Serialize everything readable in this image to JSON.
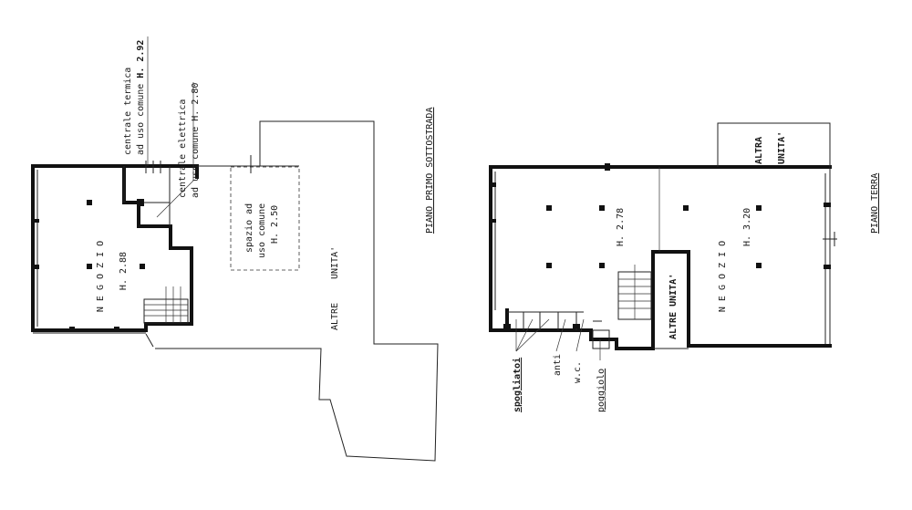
{
  "plans": {
    "lower": {
      "title": "PIANO PRIMO SOTTOSTRADA",
      "shop_letters": "N E G O Z I O",
      "shop_height": "H. 2.88",
      "thermal": {
        "line1": "centrale termica",
        "line2_prefix": "ad uso comune ",
        "line2_value": "H. 2.92"
      },
      "electric": {
        "line1": "centrale elettrica",
        "line2": "ad uso comune H. 2.80"
      },
      "common": {
        "line1": "spazio ad",
        "line2": "uso comune",
        "line3": "H. 2.50"
      },
      "other1": "ALTRE",
      "other2": "UNITA'"
    },
    "ground": {
      "title": "PIANO TERRA",
      "shop_letters": "N E G O Z I O",
      "shop_height": "H. 3.20",
      "back_height": "H. 2.78",
      "other_top1": "ALTRA",
      "other_top2": "UNITA'",
      "other_mid": "ALTRE UNITA'",
      "labels": {
        "spogliatoi": "spogliatoi",
        "anti": "anti",
        "wc": "w.c.",
        "poggiolo": "poggiolo"
      }
    }
  }
}
